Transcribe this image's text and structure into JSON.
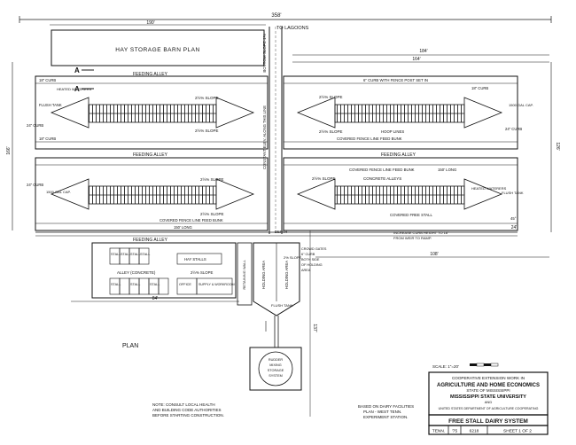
{
  "drawing": {
    "title": "HAY STORAGE BARN PLAN",
    "to_lagoons": "TO LAGOONS",
    "bottom_slope": "BOTTOM SLOPE 1%",
    "plan_label": "PLAN",
    "note": [
      "NOTE: CONSULT LOCAL HEALTH",
      "AND BUILDING CODE AUTHORITIES",
      "BEFORE STARTING CONSTRUCTION."
    ],
    "based_on": [
      "BASED ON DAIRY FACILITIES",
      "PLAN - WEST TENN.",
      "EXPERIMENT STATION."
    ],
    "section_marks": [
      "A",
      "A"
    ]
  },
  "dimensions": {
    "overall": "358'",
    "hay_barn": "190'",
    "right_block": "184'",
    "right_inner": "164'",
    "left_height": "166'",
    "right_height": "126'",
    "lower_length": "137'",
    "lower_width": "84'",
    "bottom_to_right": "108'",
    "side_small": "24'"
  },
  "labels": {
    "feeding_alley": "FEEDING ALLEY",
    "slope": "2½% SLOPE",
    "curb_18": "18\" CURB",
    "curb_24": "24\" CURB",
    "curb_6": "6\" CURB",
    "curb_8": "8\" CURB",
    "flush_tank": "FLUSH TANK",
    "heated_waterers": "HEATED WATERERS",
    "gal_1500": "1500 GAL CAP.",
    "covered_fence_line": "COVERED FENCE LINE FEED BUNK",
    "bunk_length": "150' LONG",
    "hoop_lines": "HOOP LINES",
    "concrete_alleys": "CONCRETE ALLEYS",
    "covered_free_stall": "COVERED FREE STALL",
    "curb_fence_post": "6\" CURB WITH FENCE POST SET IN",
    "increase_curb": [
      "INCREASE CURB HEIGHT TO 18\"",
      "FROM WEIR TO RAMP."
    ],
    "constant_slope": "CONSTANT ELEV. ALONG THIS LINE",
    "depth": "DEPTH",
    "angle": "45°",
    "alley_concrete": "ALLEY (CONCRETE)",
    "hay_stalls": "HAY STALLS",
    "stall": "STALL",
    "office": "OFFICE",
    "supply_workroom": "SUPPLY & WORKROOM",
    "holding_area": "HOLDING AREA",
    "crowd_gates": [
      "CROWD GATES",
      "6\" CURB",
      "BOTH SIDE",
      "OF HOLDING",
      "AREA"
    ],
    "retaining_wall": "RETAINING WALL",
    "slope_small": "2% SLOPE",
    "flush_tank_lower": "FLUSH TANK",
    "storage_system": [
      "RUDDER",
      "MIXING",
      "STORAGE",
      "SYSTEM"
    ]
  },
  "title_block": {
    "scale": "SCALE: 1\"=20'",
    "line1": "COOPERATIVE EXTENSION WORK IN",
    "line2": "AGRICULTURE AND HOME ECONOMICS",
    "line3": "STATE OF MISSISSIPPI",
    "line4": "MISSISSIPPI STATE UNIVERSITY",
    "line5": "AND",
    "line6": "UNITED STATES DEPARTMENT OF AGRICULTURE COOPERATING",
    "system_title": "FREE STALL DAIRY SYSTEM",
    "state": "TENN.",
    "year": "'75",
    "plan_no": "6218",
    "sheet": "SHEET 1 OF 2"
  }
}
